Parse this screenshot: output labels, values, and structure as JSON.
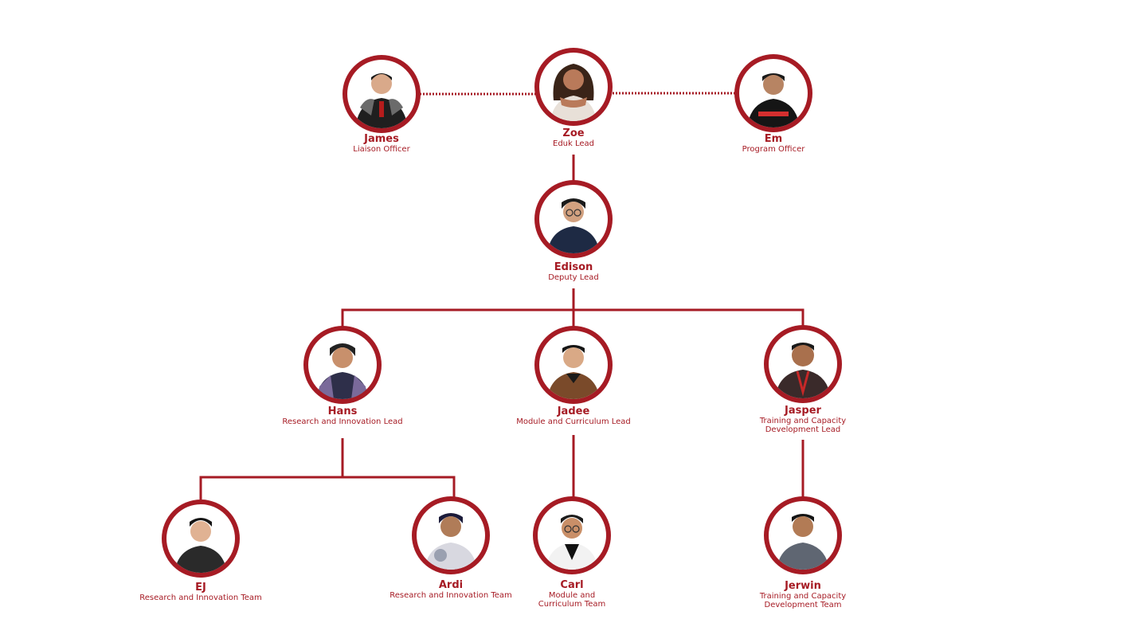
{
  "accent_color": "#a61b24",
  "members": {
    "james": {
      "name": "James",
      "role": "Liaison Officer"
    },
    "zoe": {
      "name": "Zoe",
      "role": "Eduk Lead"
    },
    "em": {
      "name": "Em",
      "role": "Program Officer"
    },
    "edison": {
      "name": "Edison",
      "role": "Deputy Lead"
    },
    "hans": {
      "name": "Hans",
      "role": "Research and Innovation Lead"
    },
    "jadee": {
      "name": "Jadee",
      "role": "Module and Curriculum Lead"
    },
    "jasper": {
      "name": "Jasper",
      "role_line1": "Training and Capacity",
      "role_line2": "Development Lead"
    },
    "ej": {
      "name": "EJ",
      "role": "Research and Innovation Team"
    },
    "ardi": {
      "name": "Ardi",
      "role": "Research and Innovation Team"
    },
    "carl": {
      "name": "Carl",
      "role_line1": "Module and",
      "role_line2": "Curriculum Team"
    },
    "jerwin": {
      "name": "Jerwin",
      "role_line1": "Training and Capacity",
      "role_line2": "Development Team"
    }
  }
}
